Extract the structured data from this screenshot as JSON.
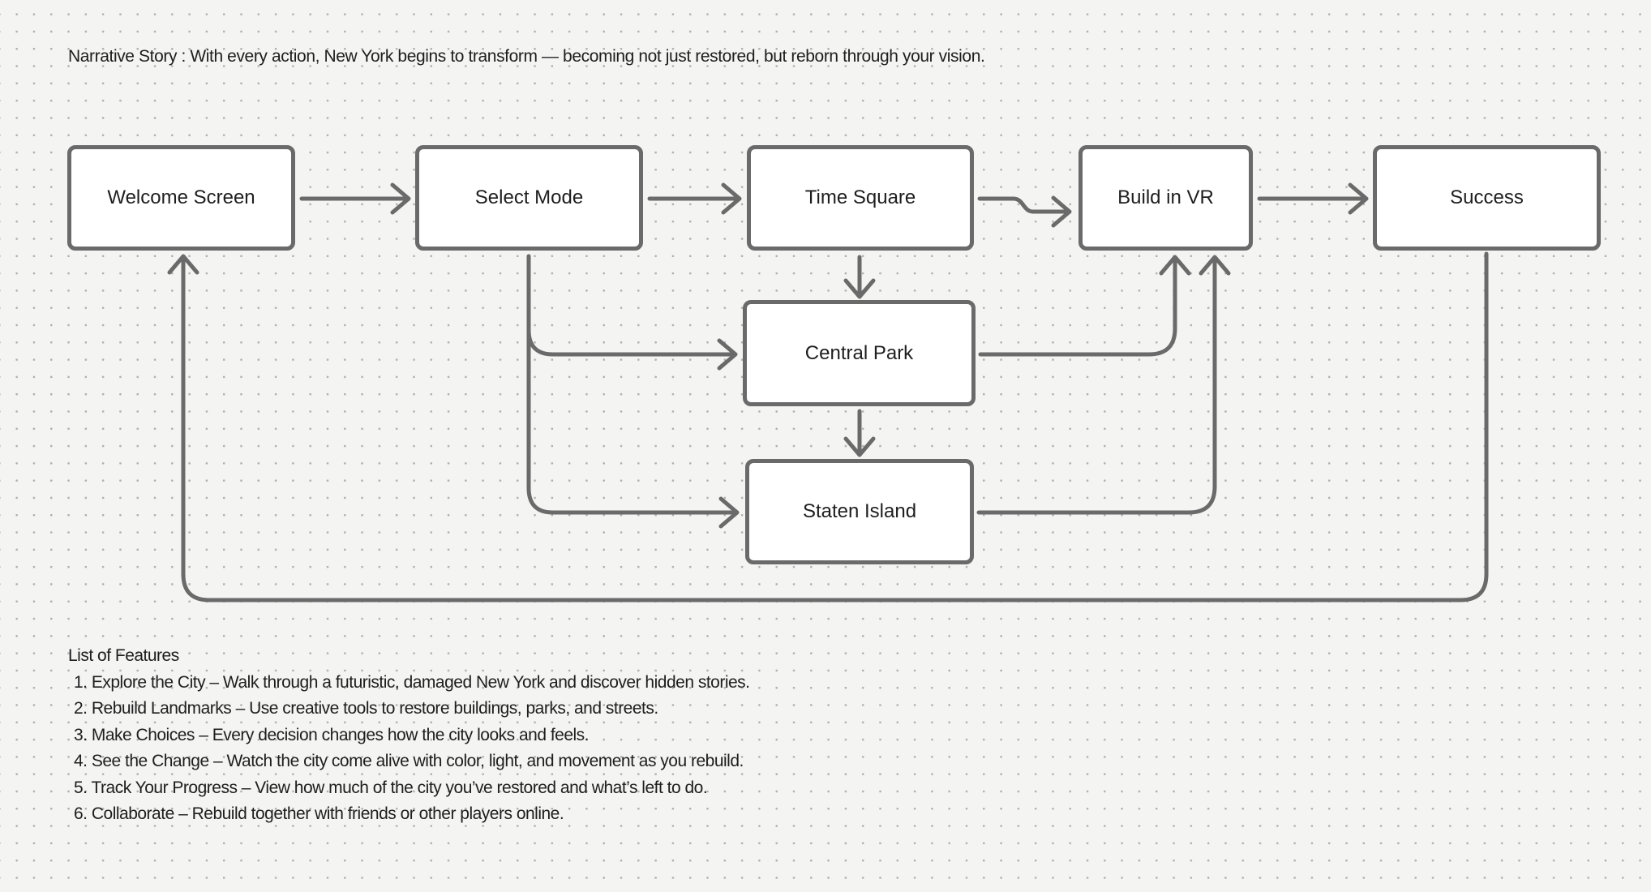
{
  "narrative": "Narrative Story : With every action, New York begins to transform — becoming not just restored, but reborn through your vision.",
  "nodes": {
    "welcome": "Welcome Screen",
    "select_mode": "Select Mode",
    "time_square": "Time Square",
    "build_vr": "Build in VR",
    "success": "Success",
    "central_park": "Central Park",
    "staten_island": "Staten Island"
  },
  "connectors": [
    "welcome-to-select-mode",
    "select-mode-to-time-square",
    "time-square-to-build-vr",
    "build-vr-to-success",
    "time-square-to-central-park",
    "central-park-to-staten-island",
    "select-mode-to-central-park",
    "select-mode-to-staten-island",
    "central-park-to-build-vr",
    "staten-island-to-build-vr",
    "success-to-welcome"
  ],
  "features": {
    "title": "List of Features",
    "items": [
      "1. Explore the City – Walk through a futuristic, damaged New York and discover hidden stories.",
      "2. Rebuild Landmarks – Use creative tools to restore buildings, parks, and streets.",
      "3. Make Choices – Every decision changes how the city looks and feels.",
      "4. See the Change – Watch the city come alive with color, light, and movement as you rebuild.",
      "5. Track Your Progress – View how much of the city you’ve restored and what’s left to do.",
      "6. Collaborate – Rebuild together with friends or other players online."
    ]
  },
  "colors": {
    "background": "#f4f4f3",
    "dot_grid": "#b0b0b0",
    "stroke": "#6a6a6a",
    "node_fill": "#ffffff",
    "text": "#1e1e1e"
  }
}
